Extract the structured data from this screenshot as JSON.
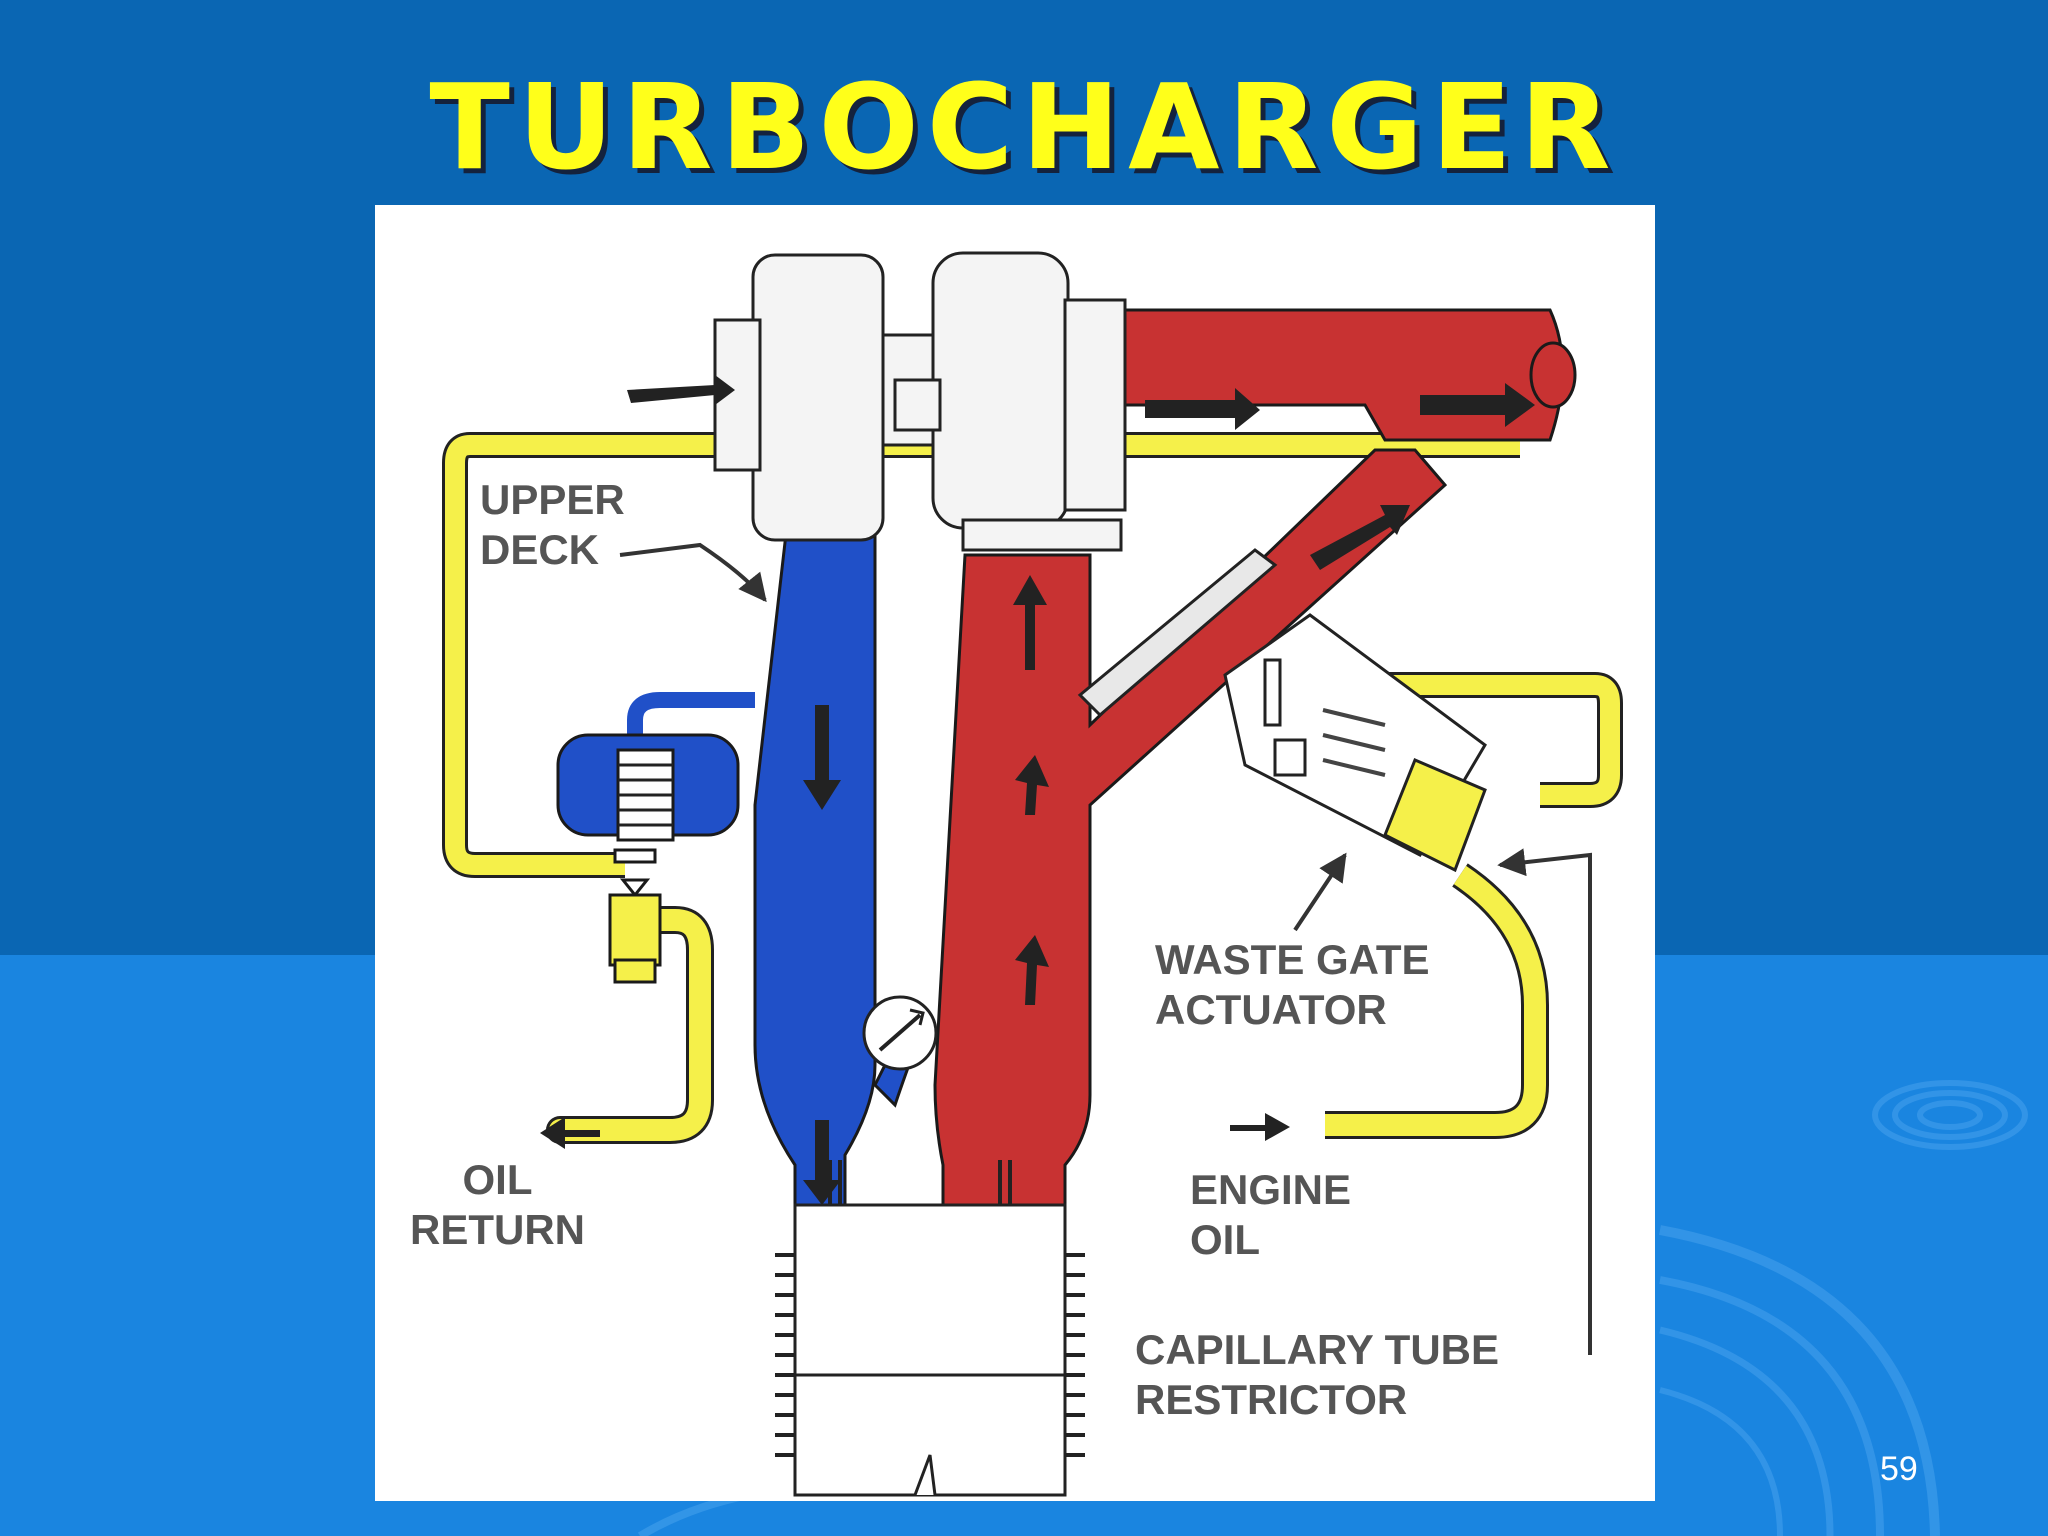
{
  "slide": {
    "title": "TURBOCHARGER",
    "page_number": "59"
  },
  "labels": {
    "upper_deck": [
      "UPPER",
      "DECK"
    ],
    "waste_gate": [
      "WASTE GATE",
      "ACTUATOR"
    ],
    "oil_return": [
      "OIL",
      "RETURN"
    ],
    "engine_oil": [
      "ENGINE",
      "OIL"
    ],
    "capillary": [
      "CAPILLARY TUBE",
      "RESTRICTOR"
    ]
  },
  "colors": {
    "intake_air": "#2050c8",
    "exhaust": "#c83232",
    "oil": "#f5f04a",
    "background_top": "#0a66b3",
    "background_bottom": "#1a85e0",
    "title": "#ffff1a"
  }
}
